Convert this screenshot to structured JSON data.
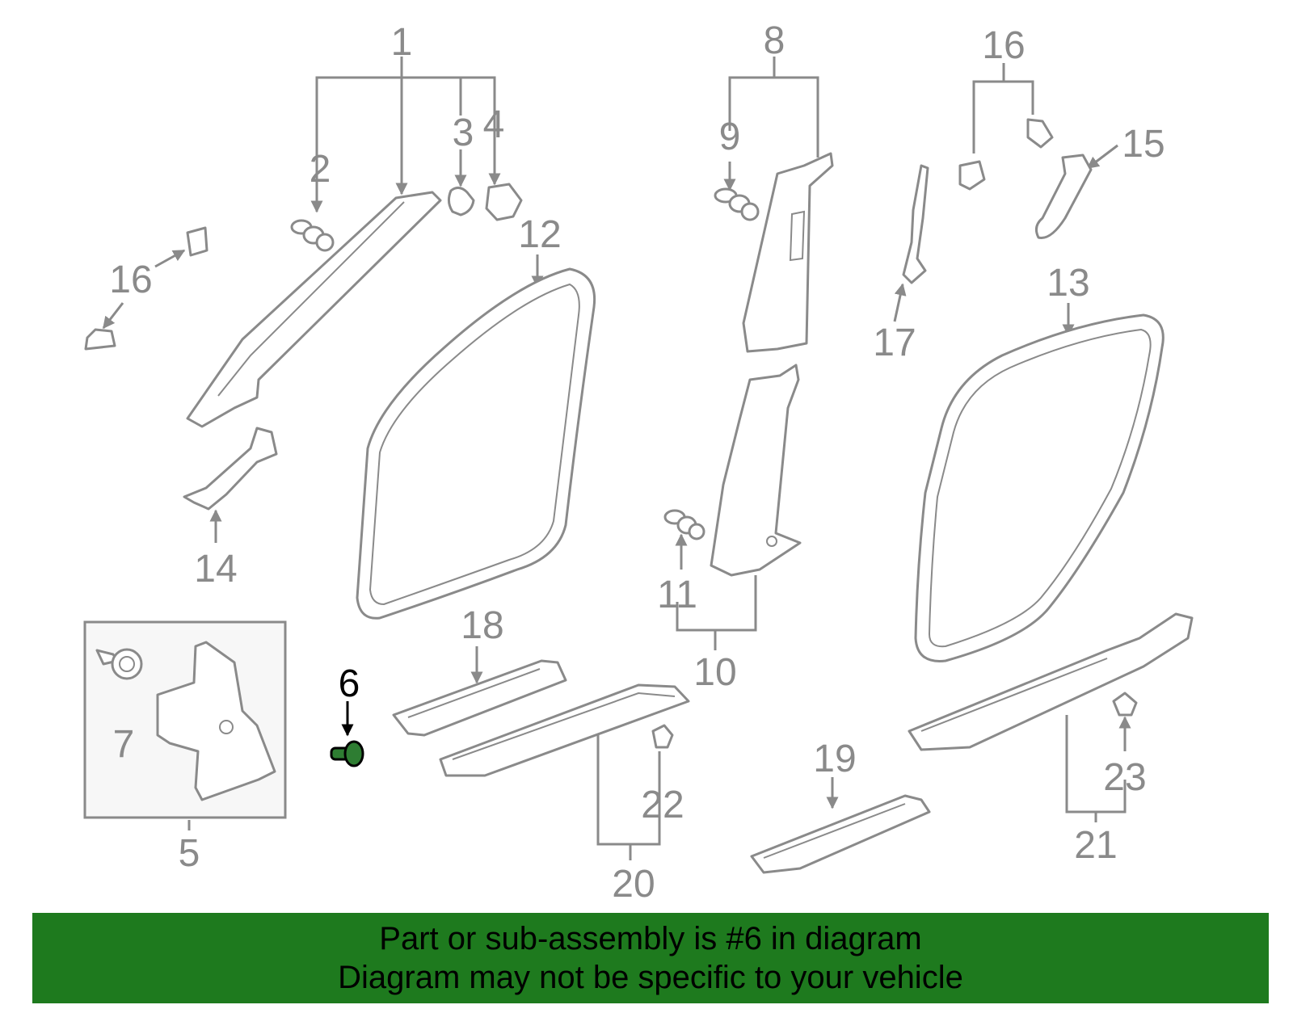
{
  "colors": {
    "line": "#8a8a8a",
    "highlight": "#2e7d32",
    "highlight_label": "#000000",
    "banner_bg": "#1e7a1e",
    "banner_text": "#000000",
    "inset_bg": "#f7f7f7"
  },
  "highlight_part": "6",
  "callouts": [
    {
      "id": "1",
      "text": "1"
    },
    {
      "id": "2",
      "text": "2"
    },
    {
      "id": "3",
      "text": "3"
    },
    {
      "id": "4",
      "text": "4"
    },
    {
      "id": "5",
      "text": "5"
    },
    {
      "id": "6",
      "text": "6"
    },
    {
      "id": "7",
      "text": "7"
    },
    {
      "id": "8",
      "text": "8"
    },
    {
      "id": "9",
      "text": "9"
    },
    {
      "id": "10",
      "text": "10"
    },
    {
      "id": "11",
      "text": "11"
    },
    {
      "id": "12",
      "text": "12"
    },
    {
      "id": "13",
      "text": "13"
    },
    {
      "id": "14",
      "text": "14"
    },
    {
      "id": "15",
      "text": "15"
    },
    {
      "id": "16a",
      "text": "16"
    },
    {
      "id": "16b",
      "text": "16"
    },
    {
      "id": "17",
      "text": "17"
    },
    {
      "id": "18",
      "text": "18"
    },
    {
      "id": "19",
      "text": "19"
    },
    {
      "id": "20",
      "text": "20"
    },
    {
      "id": "21",
      "text": "21"
    },
    {
      "id": "22",
      "text": "22"
    },
    {
      "id": "23",
      "text": "23"
    }
  ],
  "banner": {
    "line1": "Part or sub-assembly is #6 in diagram",
    "line2": "Diagram may not be specific to your vehicle"
  }
}
